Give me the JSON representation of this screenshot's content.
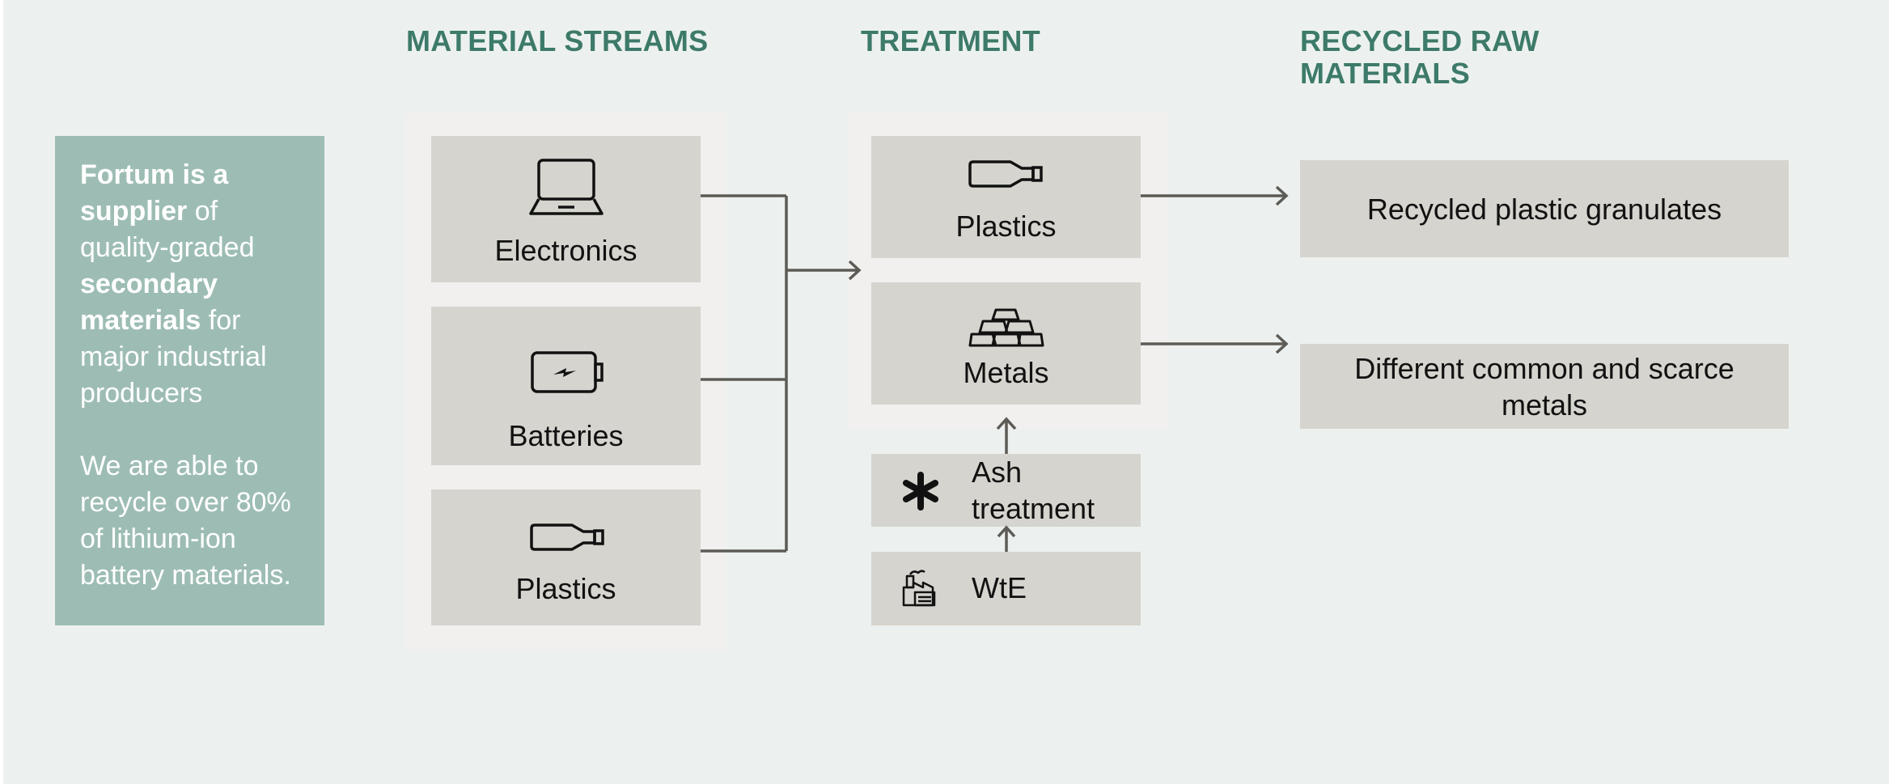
{
  "columns": {
    "material_streams": "MATERIAL STREAMS",
    "treatment": "TREATMENT",
    "recycled_line1": "RECYCLED RAW",
    "recycled_line2": "MATERIALS"
  },
  "info": {
    "p1_bold1": "Fortum is a supplier",
    "p1_text1": " of quality-graded ",
    "p1_bold2": "secondary materials",
    "p1_text2": " for major industrial producers",
    "p2": "We are able to recycle over 80% of lithium-ion battery materials."
  },
  "streams": {
    "electronics": "Electronics",
    "batteries": "Batteries",
    "plastics": "Plastics"
  },
  "treatment": {
    "plastics": "Plastics",
    "metals": "Metals",
    "ash_line1": "Ash",
    "ash_line2": "treatment",
    "wte": "WtE"
  },
  "outputs": {
    "plastic_granulates": "Recycled plastic granulates",
    "metals": "Different common and scarce metals"
  },
  "icons": {
    "electronics": "laptop-icon",
    "batteries": "battery-icon",
    "plastics": "bottle-icon",
    "metals": "gold-bars-icon",
    "ash": "asterisk-icon",
    "wte": "factory-icon"
  },
  "colors": {
    "background": "#ecf1ef",
    "heading": "#3d7a69",
    "info_panel": "#9dbdb4",
    "box": "#d6d4ce",
    "group_bg": "#f1f0ee",
    "connector": "#5c5b55"
  }
}
